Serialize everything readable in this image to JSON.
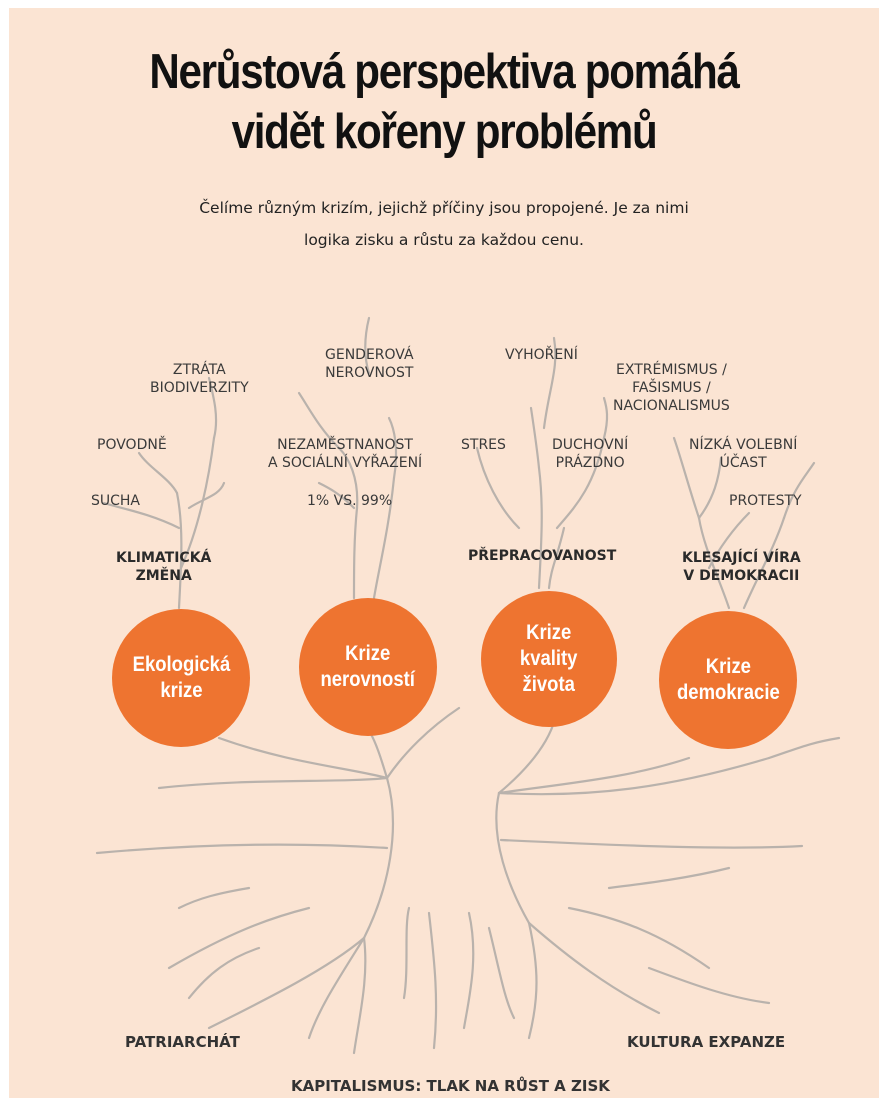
{
  "title": {
    "line1": "Nerůstová perspektiva pomáhá",
    "line2": "vidět kořeny problémů"
  },
  "subtitle": {
    "line1": "Čelíme různým krizím, jejichž příčiny jsou propojené. Je za nimi",
    "line2": "logika zisku a růstu za každou cenu."
  },
  "crises": [
    "Ekologická\nkrize",
    "Krize\nnerovností",
    "Krize\nkvality\nživota",
    "Krize\ndemokracie"
  ],
  "branches": {
    "eco": [
      "ZTRÁTA\nBIODIVERZITY",
      "POVODNĚ",
      "SUCHA",
      "KLIMATICKÁ\nZMĚNA"
    ],
    "inequality": [
      "GENDEROVÁ\nNEROVNOST",
      "NEZAMĚSTNANOST\nA SOCIÁLNÍ VYŘAZENÍ",
      "1% VS. 99%"
    ],
    "quality": [
      "VYHOŘENÍ",
      "STRES",
      "DUCHOVNÍ\nPRÁZDNO",
      "PŘEPRACOVANOST"
    ],
    "democracy": [
      "EXTRÉMISMUS /\nFAŠISMUS /\nNACIONALISMUS",
      "NÍZKÁ VOLEBNÍ\nÚČAST",
      "PROTESTY",
      "KLESAJÍCÍ VÍRA\nV DEMOKRACII"
    ]
  },
  "roots": {
    "left": "PATRIARCHÁT",
    "right": "KULTURA EXPANZE",
    "bottom": "KAPITALISMUS: TLAK NA RŮST A ZISK"
  },
  "colors": {
    "background": "#fbe4d3",
    "circle": "#ee7430",
    "tree_line": "#b9b2ac"
  }
}
